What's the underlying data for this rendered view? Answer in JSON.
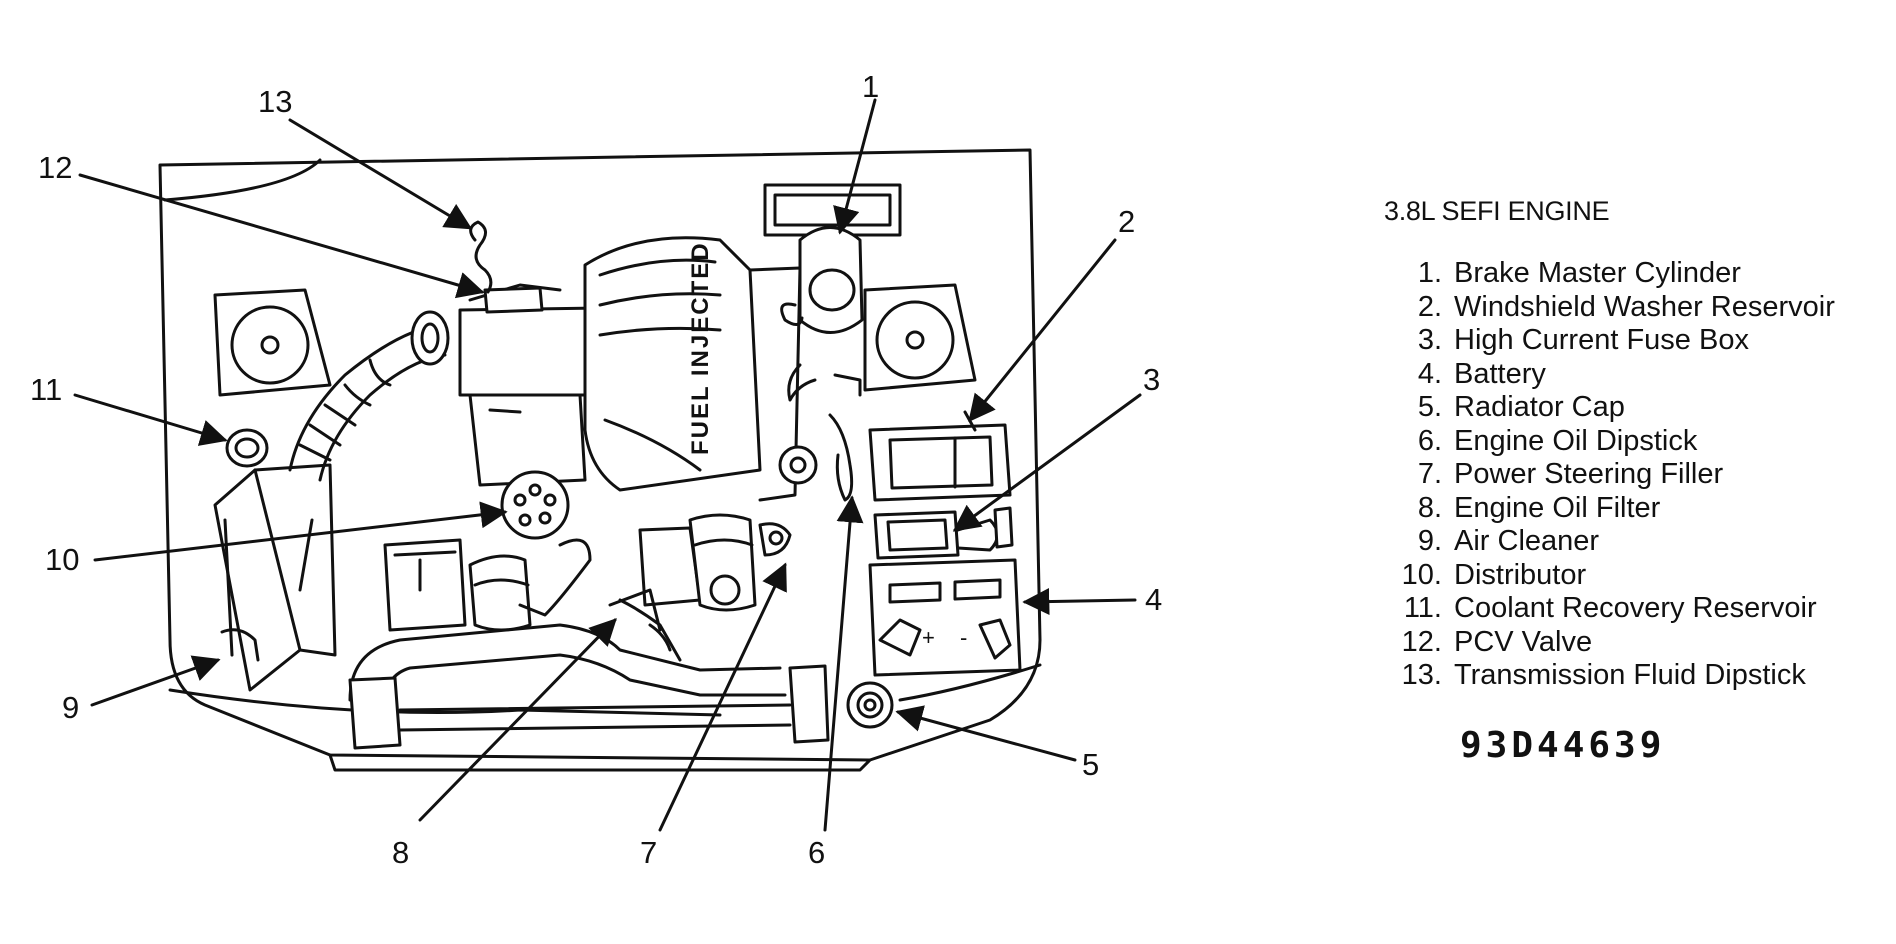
{
  "figure": {
    "callouts": [
      "1",
      "2",
      "3",
      "4",
      "5",
      "6",
      "7",
      "8",
      "9",
      "10",
      "11",
      "12",
      "13"
    ]
  },
  "legend": {
    "title": "3.8L SEFI ENGINE",
    "items": [
      {
        "num": "1.",
        "label": "Brake Master Cylinder"
      },
      {
        "num": "2.",
        "label": "Windshield Washer Reservoir"
      },
      {
        "num": "3.",
        "label": "High Current Fuse Box"
      },
      {
        "num": "4.",
        "label": "Battery"
      },
      {
        "num": "5.",
        "label": "Radiator Cap"
      },
      {
        "num": "6.",
        "label": "Engine Oil Dipstick"
      },
      {
        "num": "7.",
        "label": "Power Steering Filler"
      },
      {
        "num": "8.",
        "label": "Engine Oil Filter"
      },
      {
        "num": "9.",
        "label": "Air Cleaner"
      },
      {
        "num": "10.",
        "label": "Distributor"
      },
      {
        "num": "11.",
        "label": "Coolant Recovery Reservoir"
      },
      {
        "num": "12.",
        "label": "PCV Valve"
      },
      {
        "num": "13.",
        "label": "Transmission Fluid Dipstick"
      }
    ],
    "figure_code": "93D44639"
  },
  "engine_decal": {
    "text": "FUEL INJECTED"
  }
}
